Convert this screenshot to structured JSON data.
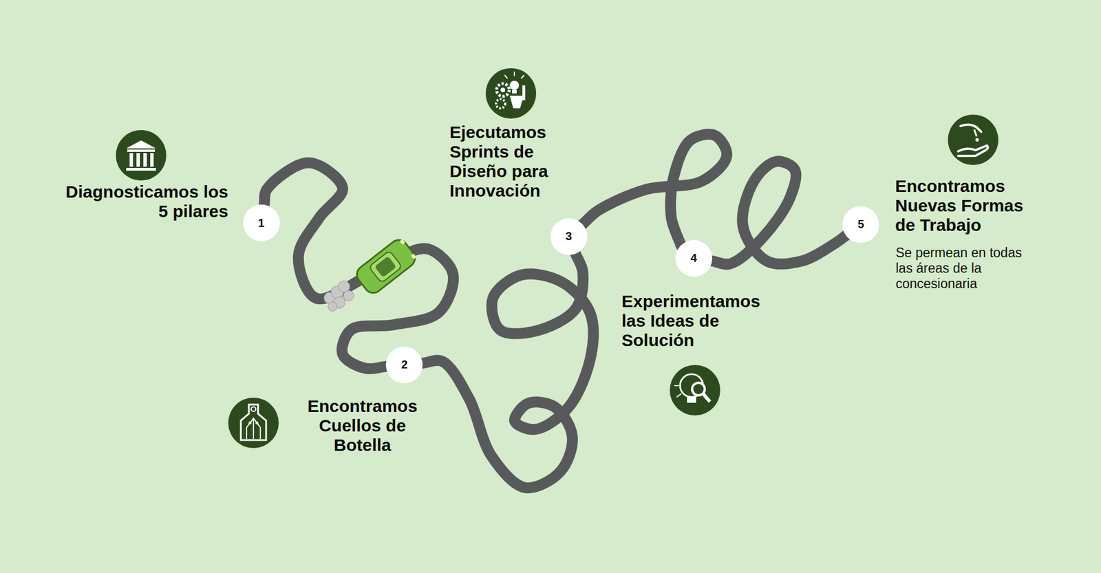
{
  "diagram": {
    "nodes": [
      {
        "text": [
          "1"
        ]
      },
      {
        "text": [
          "2"
        ]
      },
      {
        "text": [
          "3"
        ]
      },
      {
        "text": [
          "4"
        ]
      },
      {
        "text": [
          "5"
        ]
      }
    ],
    "edges": [
      {
        "from": 0,
        "to": 1,
        "arrow": "none"
      },
      {
        "from": 1,
        "to": 2,
        "arrow": "none"
      },
      {
        "from": 2,
        "to": 3,
        "arrow": "none"
      },
      {
        "from": 3,
        "to": 4,
        "arrow": "none"
      }
    ],
    "labels": [
      "Diagnosticamos los 5 pilares",
      "Ejecutamos Sprints de Diseño para Innovación",
      "Encontramos Cuellos de Botella",
      "Experimentamos las Ideas de Solución",
      "Encontramos Nuevas Formas de Trabajo",
      "Se permean en todas las áreas de la concesionaria"
    ]
  }
}
